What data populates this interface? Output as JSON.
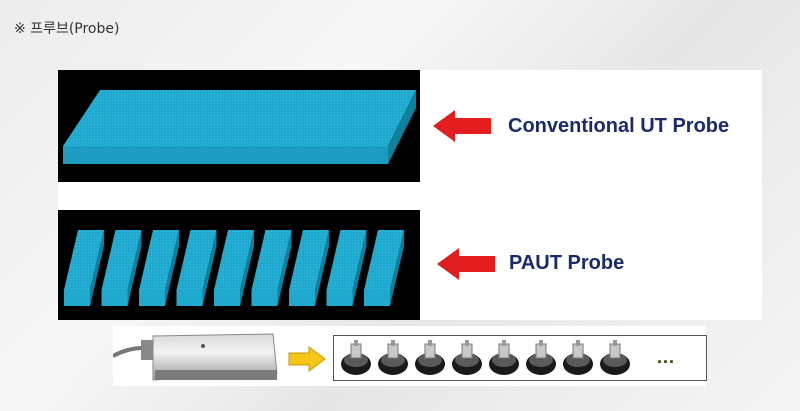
{
  "note": "※ 프루브(Probe)",
  "rows": [
    {
      "label": "Conventional UT Probe"
    },
    {
      "label": "PAUT Probe"
    }
  ],
  "ellipsis": "...",
  "colors": {
    "probe_cyan_top": "#5fd0e8",
    "probe_cyan_face": "#1fa9cf",
    "probe_cyan_side": "#127f9c",
    "arrow_red": "#e41e1e",
    "arrow_yellow": "#f5c518",
    "label_navy": "#1b2a6b"
  },
  "paut_element_count": 9,
  "transducer_count": 8
}
